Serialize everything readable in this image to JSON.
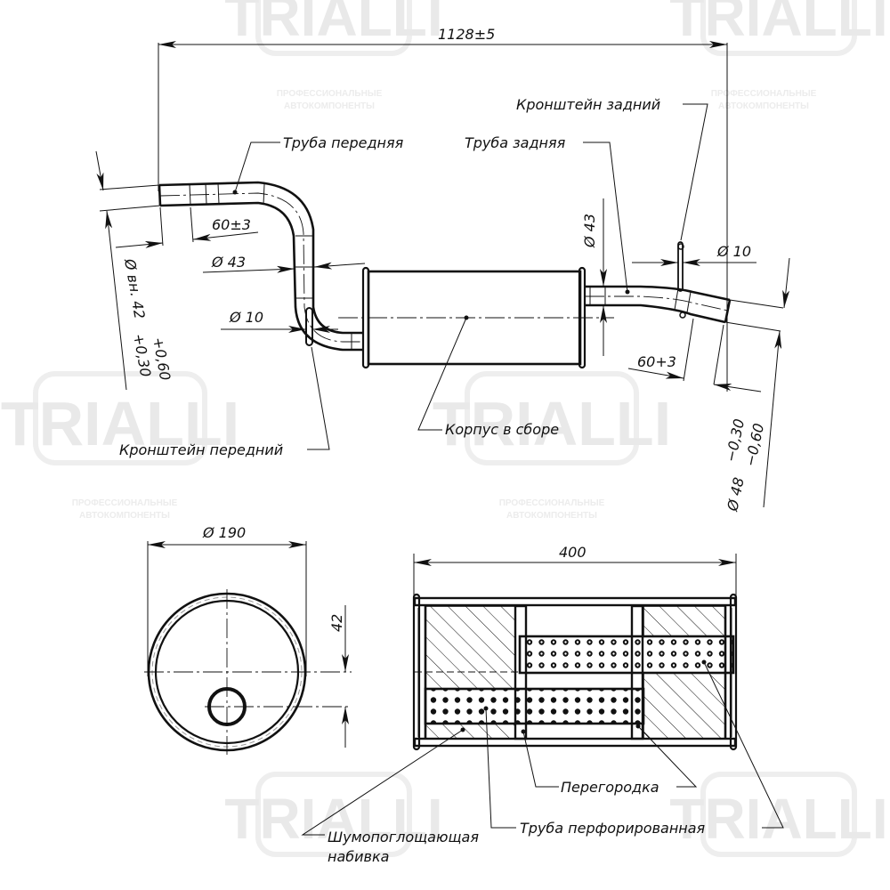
{
  "watermark": {
    "brand": "TRIALLI",
    "tagline_line1": "ПРОФЕССИОНАЛЬНЫЕ",
    "tagline_line2": "АВТОКОМПОНЕНТЫ"
  },
  "side_view": {
    "overall_length": "1128±5",
    "front_pipe_label": "Труба передняя",
    "rear_pipe_label": "Труба задняя",
    "rear_bracket_label": "Кронштейн задний",
    "front_bracket_label": "Кронштейн передний",
    "body_label": "Корпус в сборе",
    "front_insert_length": "60±3",
    "front_pipe_diameter": "Ø 43",
    "front_bracket_diameter": "Ø 10",
    "front_inner_diameter": "Ø вн. 42",
    "front_inner_tol_upper": "+0,60",
    "front_inner_tol_lower": "+0,30",
    "rear_pipe_diameter": "Ø 43",
    "rear_bracket_diameter": "Ø 10",
    "rear_insert_length": "60+3",
    "rear_outer_diameter": "Ø 48",
    "rear_outer_tol_upper": "−0,30",
    "rear_outer_tol_lower": "−0,60"
  },
  "end_view": {
    "body_diameter": "Ø 190",
    "pipe_offset": "42"
  },
  "section_view": {
    "body_length": "400",
    "baffle_label": "Перегородка",
    "perforated_pipe_label": "Труба перфорированная",
    "packing_label_line1": "Шумопоглощающая",
    "packing_label_line2": "набивка"
  }
}
